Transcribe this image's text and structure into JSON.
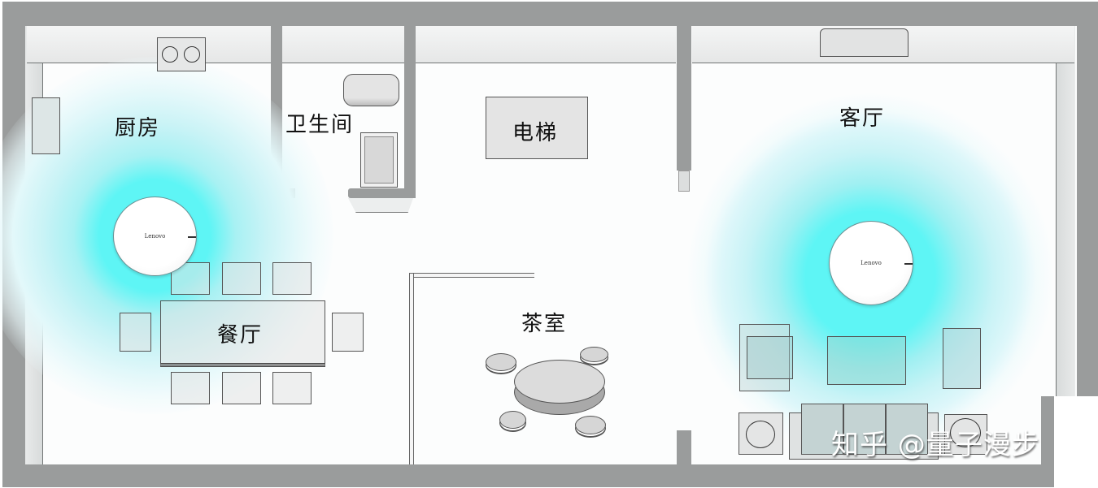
{
  "floorplan": {
    "rooms": [
      {
        "id": "kitchen",
        "label": "厨房"
      },
      {
        "id": "bathroom",
        "label": "卫生间"
      },
      {
        "id": "elevator",
        "label": "电梯"
      },
      {
        "id": "living-room",
        "label": "客厅"
      },
      {
        "id": "dining-room",
        "label": "餐厅"
      },
      {
        "id": "tea-room",
        "label": "茶室"
      }
    ],
    "routers": [
      {
        "room": "dining-room",
        "brand": "Lenovo"
      },
      {
        "room": "living-room",
        "brand": "Lenovo"
      }
    ],
    "signal_color": "#5ef5f5",
    "wall_color": "#9a9c9c"
  },
  "watermark": "知乎 @量子漫步"
}
